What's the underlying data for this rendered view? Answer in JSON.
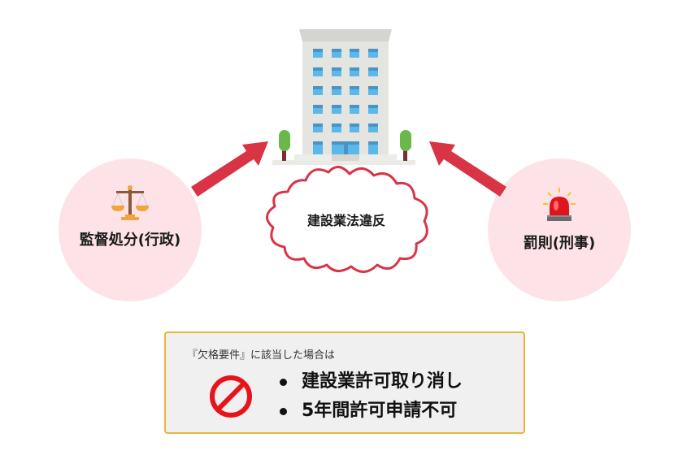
{
  "center": {
    "building_icon": "office-building-icon",
    "burst_label": "建設業法違反"
  },
  "left": {
    "icon": "scales-of-justice-icon",
    "label": "監督処分(行政)"
  },
  "right": {
    "icon": "siren-light-icon",
    "label": "罰則(刑事)"
  },
  "arrows": {
    "color": "#d93446"
  },
  "colors": {
    "circle_bg": "#fde3e8",
    "burst_stroke": "#d93446",
    "box_border": "#e9b43a",
    "box_bg": "#f0f0f0",
    "prohibit_red": "#e8141c"
  },
  "consequence_box": {
    "title": "『欠格要件』に該当した場合は",
    "icon": "prohibited-icon",
    "items": [
      "建設業許可取り消し",
      "5年間許可申請不可"
    ]
  }
}
